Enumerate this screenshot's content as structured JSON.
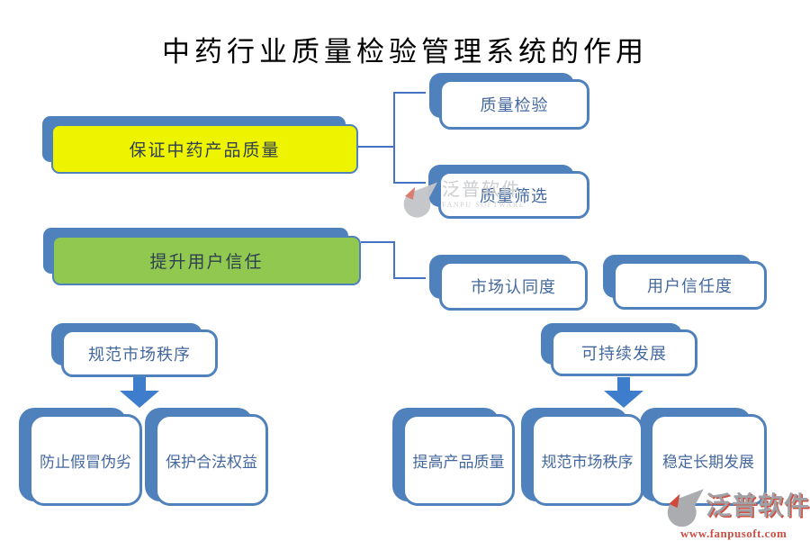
{
  "title": "中药行业质量检验管理系统的作用",
  "colors": {
    "accent_blue": "#4f81bd",
    "connector_blue": "#4472c4",
    "arrow_blue": "#3e7ccc",
    "node_text_blue": "#44689e",
    "dark_text": "#2e3e50",
    "yellow_fill": "#eef300",
    "green_fill": "#90c850",
    "watermark_gray": "#c9cacd",
    "logo_gray": "#9fa1a6",
    "logo_red": "#c94f43"
  },
  "nodes": {
    "guarantee_quality": {
      "label": "保证中药产品质量"
    },
    "quality_inspection": {
      "label": "质量检验"
    },
    "quality_screening": {
      "label": "质量筛选"
    },
    "enhance_trust": {
      "label": "提升用户信任"
    },
    "market_recognition": {
      "label": "市场认同度"
    },
    "user_trust": {
      "label": "用户信任度"
    },
    "regulate_market": {
      "label": "规范市场秩序"
    },
    "prevent_counterfeit": {
      "label": "防止假冒伪劣"
    },
    "protect_rights": {
      "label": "保护合法权益"
    },
    "sustainable_development": {
      "label": "可持续发展"
    },
    "improve_product_quality": {
      "label": "提高产品质量"
    },
    "regulate_market_order": {
      "label": "规范市场秩序"
    },
    "stable_long_term": {
      "label": "稳定长期发展"
    }
  },
  "watermark": {
    "name_cn": "泛普软件",
    "name_en": "FANPU SOFTWARE"
  },
  "footer_logo": {
    "name_cn": "泛普软件",
    "website": "www.fanpusoft.com"
  }
}
